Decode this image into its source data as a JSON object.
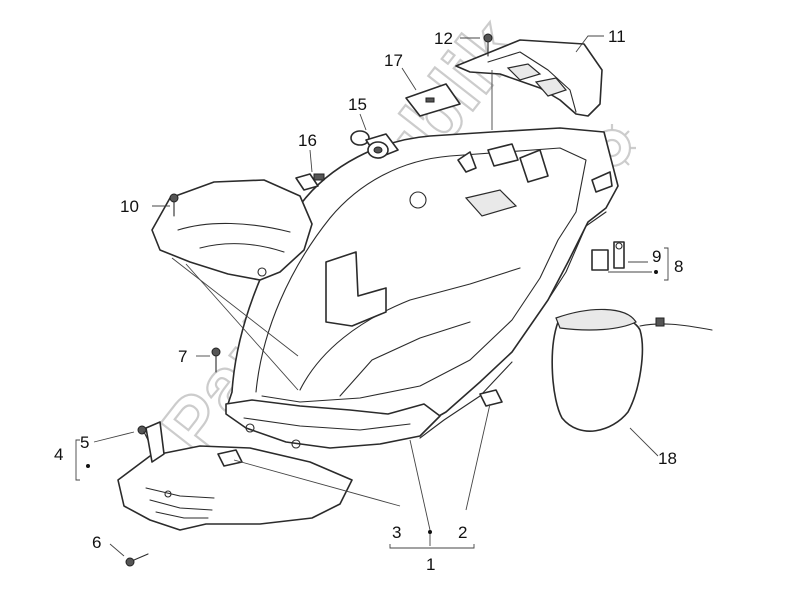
{
  "watermark": {
    "text": "PartsRepublik"
  },
  "callouts": [
    {
      "id": "1",
      "label": "1"
    },
    {
      "id": "2",
      "label": "2"
    },
    {
      "id": "3",
      "label": "3"
    },
    {
      "id": "4",
      "label": "4"
    },
    {
      "id": "5",
      "label": "5"
    },
    {
      "id": "6",
      "label": "6"
    },
    {
      "id": "7",
      "label": "7"
    },
    {
      "id": "8",
      "label": "8"
    },
    {
      "id": "9",
      "label": "9"
    },
    {
      "id": "10",
      "label": "10"
    },
    {
      "id": "11",
      "label": "11"
    },
    {
      "id": "12",
      "label": "12"
    },
    {
      "id": "15",
      "label": "15"
    },
    {
      "id": "16",
      "label": "16"
    },
    {
      "id": "17",
      "label": "17"
    },
    {
      "id": "18",
      "label": "18"
    }
  ]
}
